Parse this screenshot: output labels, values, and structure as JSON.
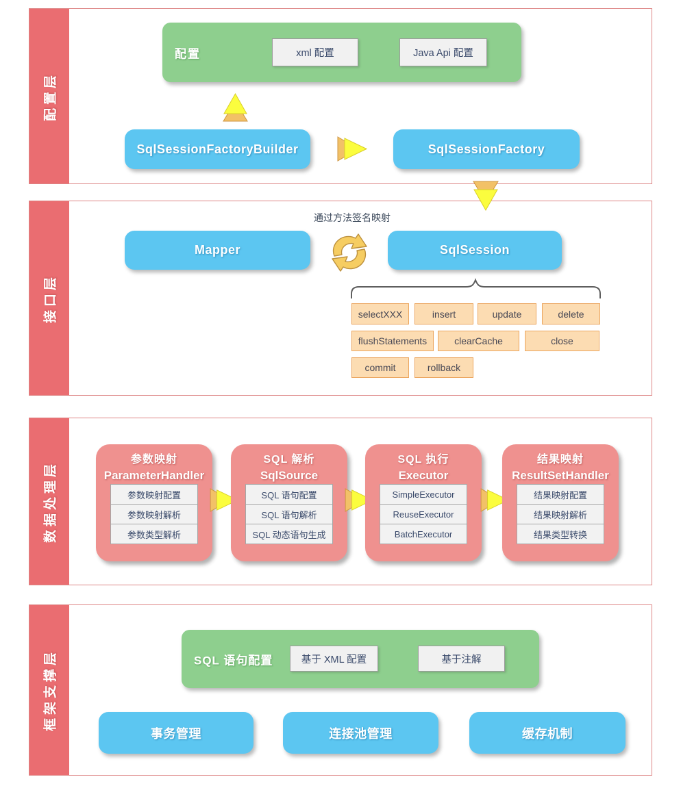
{
  "l1": {
    "label": "配置层",
    "config": {
      "title": "配置",
      "xml": "xml 配置",
      "java": "Java Api 配置"
    },
    "builder": "SqlSessionFactoryBuilder",
    "factory": "SqlSessionFactory"
  },
  "l2": {
    "label": "接口层",
    "note": "通过方法签名映射",
    "mapper": "Mapper",
    "session": "SqlSession",
    "methods": [
      "selectXXX",
      "insert",
      "update",
      "delete",
      "flushStatements",
      "clearCache",
      "close",
      "commit",
      "rollback"
    ]
  },
  "l3": {
    "label": "数据处理层",
    "cards": [
      {
        "cn": "参数映射",
        "en": "ParameterHandler",
        "items": [
          "参数映射配置",
          "参数映射解析",
          "参数类型解析"
        ]
      },
      {
        "cn": "SQL 解析",
        "en": "SqlSource",
        "items": [
          "SQL 语句配置",
          "SQL 语句解析",
          "SQL 动态语句生成"
        ]
      },
      {
        "cn": "SQL 执行",
        "en": "Executor",
        "items": [
          "SimpleExecutor",
          "ReuseExecutor",
          "BatchExecutor"
        ]
      },
      {
        "cn": "结果映射",
        "en": "ResultSetHandler",
        "items": [
          "结果映射配置",
          "结果映射解析",
          "结果类型转换"
        ]
      }
    ]
  },
  "l4": {
    "label": "框架支撑层",
    "sql_config": {
      "title": "SQL 语句配置",
      "xml": "基于 XML 配置",
      "anno": "基于注解"
    },
    "supports": [
      "事务管理",
      "连接池管理",
      "缓存机制"
    ]
  },
  "colors": {
    "rail_red": "#ea6d71",
    "frame_border": "#dd8585",
    "green": "#8ecf8e",
    "blue": "#5cc6f1",
    "pink": "#ef918f",
    "peach": "#fcdcb2",
    "peach_border": "#eba55e",
    "chip_bg": "#f1f1f1",
    "chip_border": "#9c9c9c",
    "text_dark": "#39496a",
    "arrow_gold": "#f2c167",
    "arrow_yellow": "#fbfd3e"
  }
}
